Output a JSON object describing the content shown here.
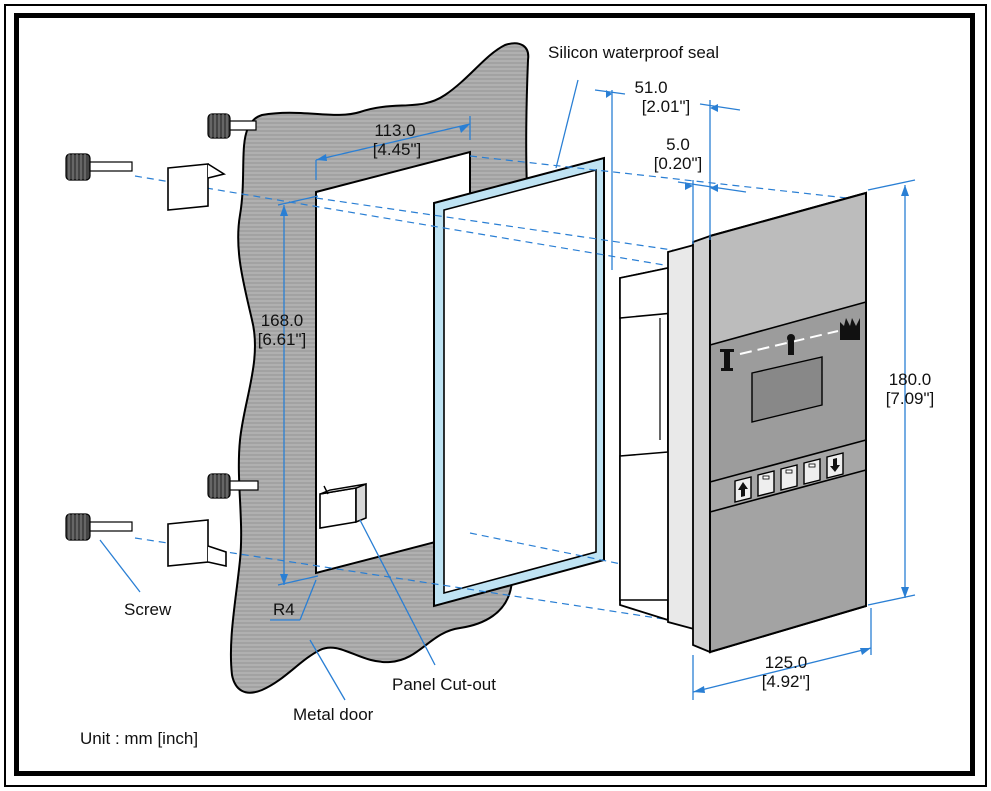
{
  "labels": {
    "seal": "Silicon waterproof seal",
    "screw": "Screw",
    "radius": "R4",
    "panel_cutout": "Panel Cut-out",
    "metal_door": "Metal door",
    "unit": "Unit : mm [inch]"
  },
  "dimensions": {
    "cutout_width": {
      "mm": "113.0",
      "inch": "[4.45\"]"
    },
    "cutout_height": {
      "mm": "168.0",
      "inch": "[6.61\"]"
    },
    "depth_total": {
      "mm": "51.0",
      "inch": "[2.01\"]"
    },
    "bezel_depth": {
      "mm": "5.0",
      "inch": "[0.20\"]"
    },
    "height": {
      "mm": "180.0",
      "inch": "[7.09\"]"
    },
    "width": {
      "mm": "125.0",
      "inch": "[4.92\"]"
    }
  },
  "colors": {
    "door_fill": "#a9a9a9",
    "seal_fill": "#bfe3f3",
    "callout_line": "#2a7fd4",
    "outline": "#000000"
  },
  "icons": {
    "left_status": "tower-icon",
    "middle_status": "generator-icon",
    "right_status": "factory-icon",
    "buttons": [
      "arrow-up-icon",
      "led-icon",
      "led-icon",
      "led-icon",
      "arrow-down-icon"
    ]
  }
}
